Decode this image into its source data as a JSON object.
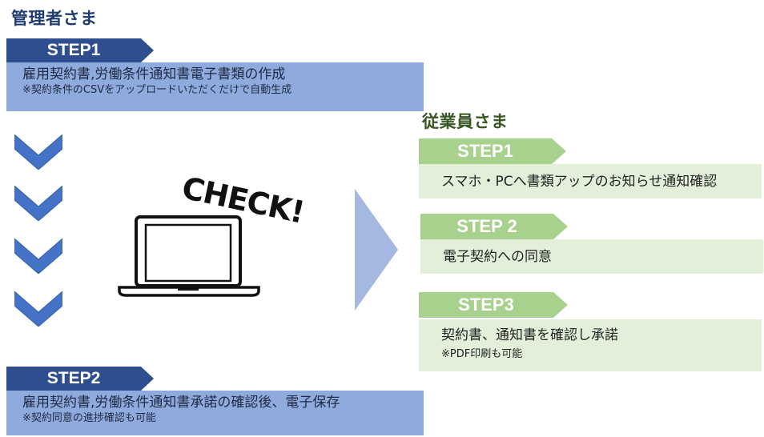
{
  "admin": {
    "title": "管理者さま",
    "step1": {
      "label": "STEP1",
      "main": "雇用契約書,労働条件通知書電子書類の作成",
      "note": "※契約条件のCSVをアップロードいただくだけで自動生成"
    },
    "step2": {
      "label": "STEP2",
      "main": "雇用契約書,労働条件通知書承諾の確認後、電子保存",
      "note": "※契約同意の進捗確認も可能"
    }
  },
  "check_label": "CHECK!",
  "employee": {
    "title": "従業員さま",
    "steps": [
      {
        "label": "STEP1",
        "main": "スマホ・PCへ書類アップのお知らせ通知確認",
        "note": ""
      },
      {
        "label": "STEP 2",
        "main": "電子契約への同意",
        "note": ""
      },
      {
        "label": "STEP3",
        "main": "契約書、通知書を確認し承諾",
        "note": "※PDF印刷も可能"
      }
    ]
  },
  "colors": {
    "admin_tab": "#2e4e8f",
    "admin_box": "#8faadc",
    "chevron": "#4472c4",
    "arrow": "#a4b8e0",
    "employee_tab": "#a9d18e",
    "employee_box": "#e2f0d9",
    "admin_title": "#1f3b70",
    "employee_title": "#375623"
  },
  "icons": [
    "chevron-down-icon",
    "laptop-icon",
    "right-arrow-icon"
  ]
}
